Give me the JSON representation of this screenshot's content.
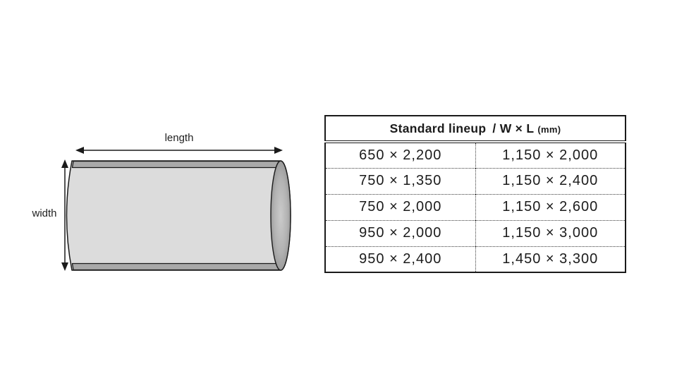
{
  "diagram": {
    "length_label": "length",
    "width_label": "width",
    "shape": "cylindrical-roll",
    "colors": {
      "body_gray": "#dcdcdc",
      "strip_gray": "#a9a9a9",
      "cap_edge_gray": "#8a8a8a",
      "cap_center_gray": "#cbcbcb",
      "outline": "#1a1a1a"
    }
  },
  "table": {
    "header": {
      "title": "Standard lineup",
      "dims": "/ W × L",
      "unit": "(mm)"
    },
    "rows": [
      [
        "650 × 2,200",
        "1,150 × 2,000"
      ],
      [
        "750 × 1,350",
        "1,150 × 2,400"
      ],
      [
        "750 × 2,000",
        "1,150 × 2,600"
      ],
      [
        "950 × 2,000",
        "1,150 × 3,000"
      ],
      [
        "950 × 2,400",
        "1,450 × 3,300"
      ]
    ]
  }
}
